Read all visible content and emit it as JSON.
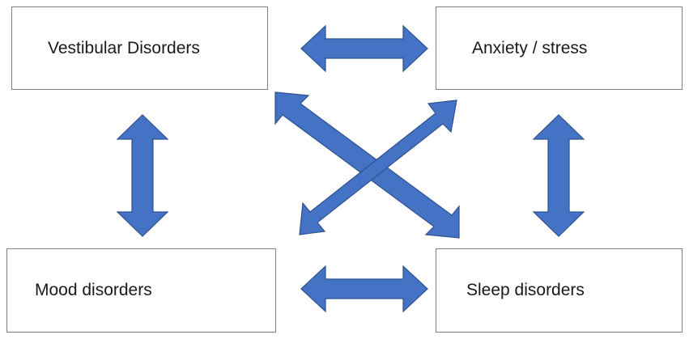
{
  "diagram": {
    "nodes": {
      "vestibular": "Vestibular Disorders",
      "anxiety": "Anxiety / stress",
      "mood": "Mood disorders",
      "sleep": "Sleep disorders"
    },
    "edges": [
      {
        "from": "vestibular",
        "to": "anxiety",
        "type": "bidirectional"
      },
      {
        "from": "vestibular",
        "to": "mood",
        "type": "bidirectional"
      },
      {
        "from": "anxiety",
        "to": "sleep",
        "type": "bidirectional"
      },
      {
        "from": "mood",
        "to": "sleep",
        "type": "bidirectional"
      },
      {
        "from": "vestibular",
        "to": "sleep",
        "type": "bidirectional"
      },
      {
        "from": "anxiety",
        "to": "mood",
        "type": "bidirectional"
      }
    ],
    "colors": {
      "arrow_fill": "#4472c4",
      "arrow_stroke": "#2f528f",
      "box_border": "#7f7f7f"
    }
  }
}
